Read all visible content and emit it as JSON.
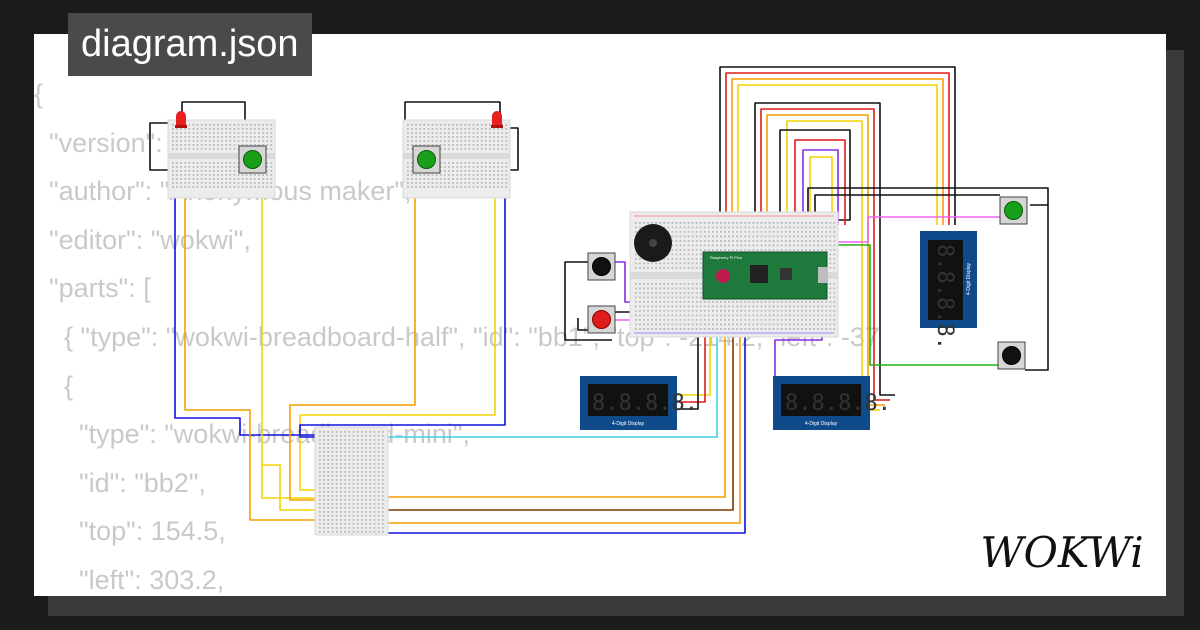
{
  "header": {
    "title": "diagram.json"
  },
  "code_lines": [
    "{",
    "  \"version\": 1,",
    "  \"author\": \"Anonymous maker\",",
    "  \"editor\": \"wokwi\",",
    "  \"parts\": [",
    "    { \"type\": \"wokwi-breadboard-half\", \"id\": \"bb1\", \"top\": -214.2, \"left\": -37",
    "    {",
    "      \"type\": \"wokwi-breadboard-mini\",",
    "      \"id\": \"bb2\",",
    "      \"top\": 154.5,",
    "      \"left\": 303.2,"
  ],
  "parts": {
    "display_label": "4-Digit Display",
    "display_digits": "8.8.8.8.",
    "pico_label": "Raspberry Pi Pico"
  },
  "brand": {
    "logo_text": "WOKWi"
  },
  "colors": {
    "wire_red": "#e01b1b",
    "wire_orange": "#f5a000",
    "wire_yellow": "#f2d400",
    "wire_black": "#111111",
    "wire_blue": "#1010e0",
    "wire_green": "#22b01c",
    "wire_purple": "#8a2be2",
    "wire_pink": "#ee66ee",
    "wire_cyan": "#44d0e8",
    "wire_brown": "#7a3b00",
    "display_blue": "#0f4a8a",
    "pico_green": "#1e7a3c"
  }
}
